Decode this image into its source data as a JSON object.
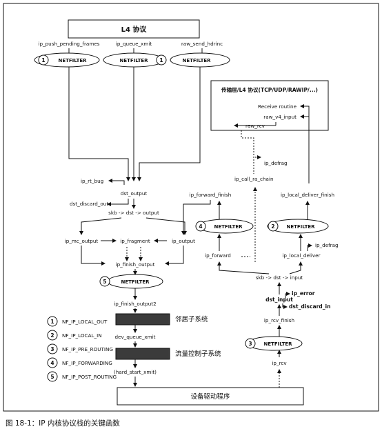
{
  "figure": {
    "caption": "图 18-1：IP 内核协议栈的关键函数"
  },
  "boxes": {
    "l4_top": "L4 协议",
    "transport": "传输层/L4 协议(TCP/UDP/RAWIP/...)",
    "device": "设备驱动程序",
    "neighbor": "邻居子系统",
    "traffic": "流量控制子系统"
  },
  "netfilter_label": "NETFILTER",
  "functions": {
    "ip_push_pending_frames": "ip_push_pending_frames",
    "ip_queue_xmit": "ip_queue_xmit",
    "raw_send_hdrinc": "raw_send_hdrinc",
    "receive_routine": "Receive routine",
    "raw_v4_input": "raw_v4_input",
    "raw_rcv": "raw_rcv",
    "ip_defrag_1": "ip_defrag",
    "ip_call_ra_chain": "ip_call_ra_chain",
    "ip_rt_bug": "ip_rt_bug",
    "dst_output": "dst_output",
    "dst_discard_out": "dst_discard_out",
    "skb_dst_output": "skb -> dst -> output",
    "ip_forward_finish": "ip_forward_finish",
    "ip_local_deliver_finish": "ip_local_deliver_finish",
    "ip_mc_output": "ip_mc_output",
    "ip_fragment": "ip_fragment",
    "ip_output": "ip_output",
    "ip_forward": "ip_forward",
    "ip_local_deliver": "ip_local_deliver",
    "ip_defrag_2": "ip_defrag",
    "ip_finish_output": "ip_finish_output",
    "skb_dst_input": "skb -> dst -> input",
    "ip_error": "ip_error",
    "dst_input": "dst_input",
    "dst_discard_in": "dst_discard_in",
    "ip_finish_output2": "ip_finish_output2",
    "ip_rcv_finish": "ip_rcv_finish",
    "dev_queue_xmit": "dev_queue_xmit",
    "ip_rcv": "ip_rcv",
    "hard_start_xmit": "(hard_start_xmit)"
  },
  "hook_numbers": {
    "push": "1",
    "raw": "1",
    "forward": "4",
    "local_in": "2",
    "post_routing": "5",
    "pre_routing": "3"
  },
  "legend": [
    {
      "num": "1",
      "label": "NF_IP_LOCAL_OUT"
    },
    {
      "num": "2",
      "label": "NF_IP_LOCAL_IN"
    },
    {
      "num": "3",
      "label": "NF_IP_PRE_ROUTING"
    },
    {
      "num": "4",
      "label": "NF_IP_FORWARDING"
    },
    {
      "num": "5",
      "label": "NF_IP_POST_ROUTING"
    }
  ]
}
